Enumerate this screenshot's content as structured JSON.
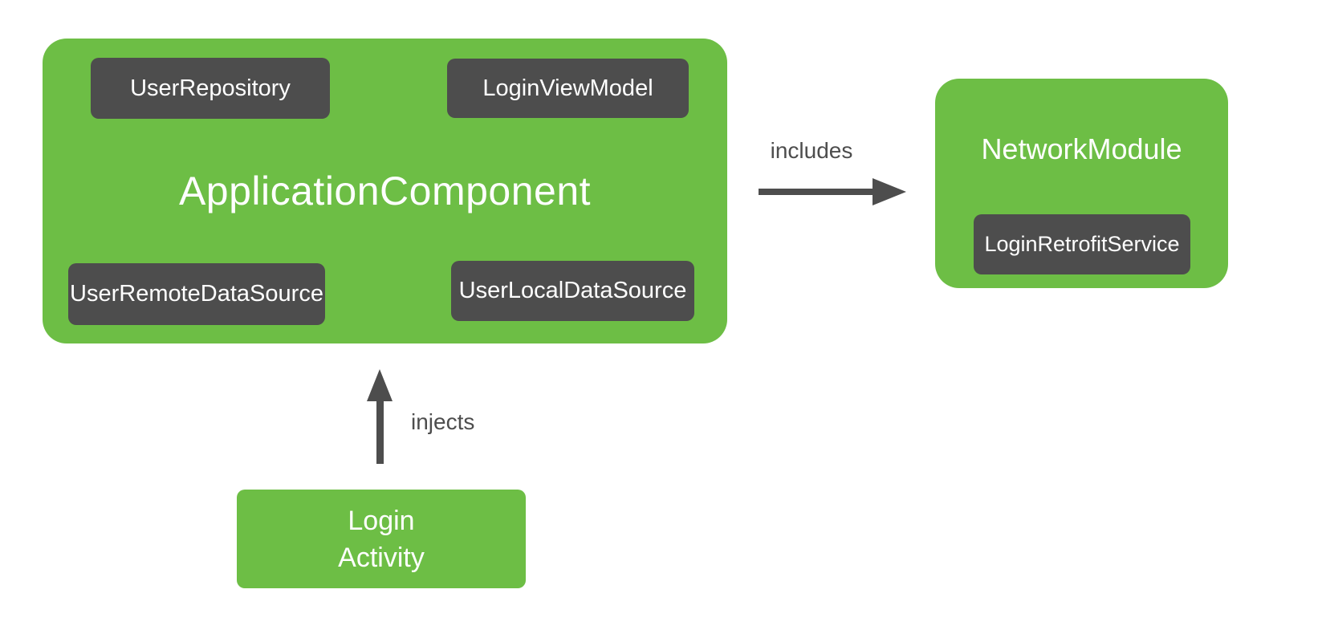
{
  "colors": {
    "container_green": "#6dbe45",
    "chip_dark": "#4d4d4d",
    "arrow_gray": "#4d4d4d",
    "edge_label_text": "#4d4d4d",
    "chip_text": "#ffffff",
    "background": "#ffffff"
  },
  "application_component": {
    "title": "ApplicationComponent",
    "chips": {
      "user_repository": "UserRepository",
      "login_view_model": "LoginViewModel",
      "user_remote_data_source": "UserRemoteDataSource",
      "user_local_data_source": "UserLocalDataSource"
    }
  },
  "network_module": {
    "title": "NetworkModule",
    "chips": {
      "login_retrofit_service": "LoginRetrofitService"
    }
  },
  "login_activity": {
    "lines": [
      "Login",
      "Activity"
    ]
  },
  "edges": {
    "includes": {
      "label": "includes",
      "from": "ApplicationComponent",
      "to": "NetworkModule"
    },
    "injects": {
      "label": "injects",
      "from": "Login Activity",
      "to": "ApplicationComponent"
    }
  }
}
